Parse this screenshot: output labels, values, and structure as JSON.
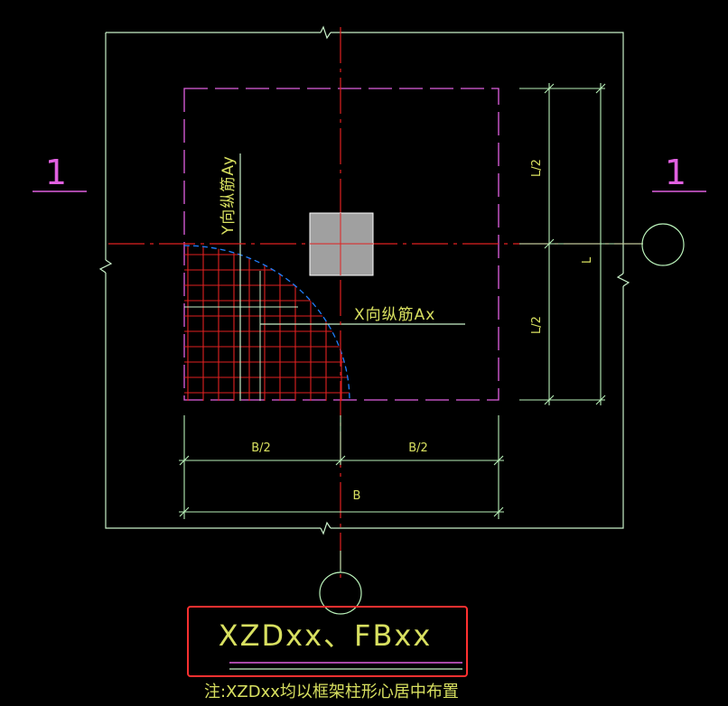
{
  "colors": {
    "background": "#000000",
    "frame": "#c8f0c8",
    "centerline": "#e02020",
    "dashed": "#e060e0",
    "dimension": "#b8f0b8",
    "hatch": "#e02020",
    "arc": "#2080ff",
    "column_fill": "#a0a0a0",
    "column_stroke": "#ffffff",
    "section_mark": "#e060e0",
    "text_yellow": "#d8e060",
    "highlight_box": "#ff3030",
    "underline_magenta": "#e060e0"
  },
  "labels": {
    "section_left": "1",
    "section_right": "1",
    "y_rebar": "Y向纵筋Ay",
    "x_rebar": "X向纵筋Ax",
    "dim_l_half_top": "L/2",
    "dim_l_half_bottom": "L/2",
    "dim_l": "L",
    "dim_b_half_left": "B/2",
    "dim_b_half_right": "B/2",
    "dim_b": "B",
    "title": "XZDxx、FBxx",
    "note": "注:XZDxx均以框架柱形心居中布置"
  }
}
